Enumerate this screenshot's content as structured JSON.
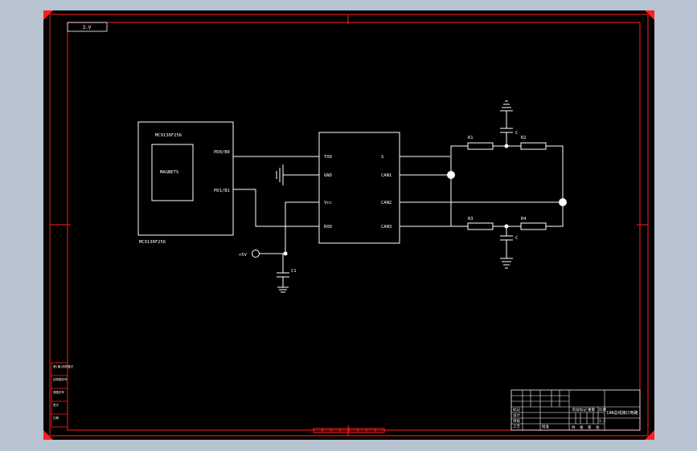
{
  "colors": {
    "window_bg": "#b7c3d1",
    "sheet_bg": "#000000",
    "frame": "#ff1f1f",
    "wires": "#ffffff"
  },
  "sheet": {
    "tag": "3.V"
  },
  "components": {
    "mcu": {
      "title": "MC9130F256",
      "inner_label": "MAGNETS",
      "pin_pd0": "PD0/B0",
      "pin_pd1": "PD1/B1",
      "part_label": "MC9130F256"
    },
    "driver": {
      "pin_txd": "TXD",
      "pin_gnd": "GND",
      "pin_vcc": "Vcc",
      "pin_rxd": "RXD",
      "pin_s": "S",
      "pin_canh": "CAN1",
      "pin_canl": "CAN2",
      "pin_can3": "CAN3"
    },
    "power": {
      "label": "+5V"
    },
    "c1": {
      "label": "C1"
    },
    "r1": {
      "label": "R1"
    },
    "r2": {
      "label": "R2"
    },
    "r3": {
      "label": "R3"
    },
    "r4": {
      "label": "R4"
    },
    "c_top": {
      "label": "C"
    },
    "c_bottom": {
      "label": "C"
    }
  },
  "title_block": {
    "drawing_name": "CAN总线接口电路",
    "left_row_labels": [
      "标记",
      "设计",
      "审核",
      "工艺"
    ],
    "mid_labels": [
      "阶段标记",
      "重量",
      "比例"
    ],
    "scale_value": "1:1",
    "sheet_labels": [
      "共",
      "张",
      "第",
      "张"
    ],
    "approve_label": "批准"
  },
  "side_stamp": {
    "labels": [
      "借(通)用件登记",
      "旧底图总号",
      "底图总号",
      "签字",
      "日期"
    ]
  }
}
